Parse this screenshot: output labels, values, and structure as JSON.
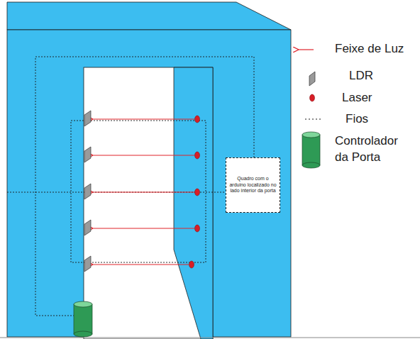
{
  "diagram": {
    "nodes": [
      {
        "text": [
          "Quadro com o arduino localizado no lado interior da porta"
        ]
      }
    ],
    "legend": [
      {
        "text": "Feixe de Luz"
      },
      {
        "text": "LDR"
      },
      {
        "text": "Laser"
      },
      {
        "text": "Fios"
      },
      {
        "text": "Controlador da Porta"
      }
    ]
  }
}
